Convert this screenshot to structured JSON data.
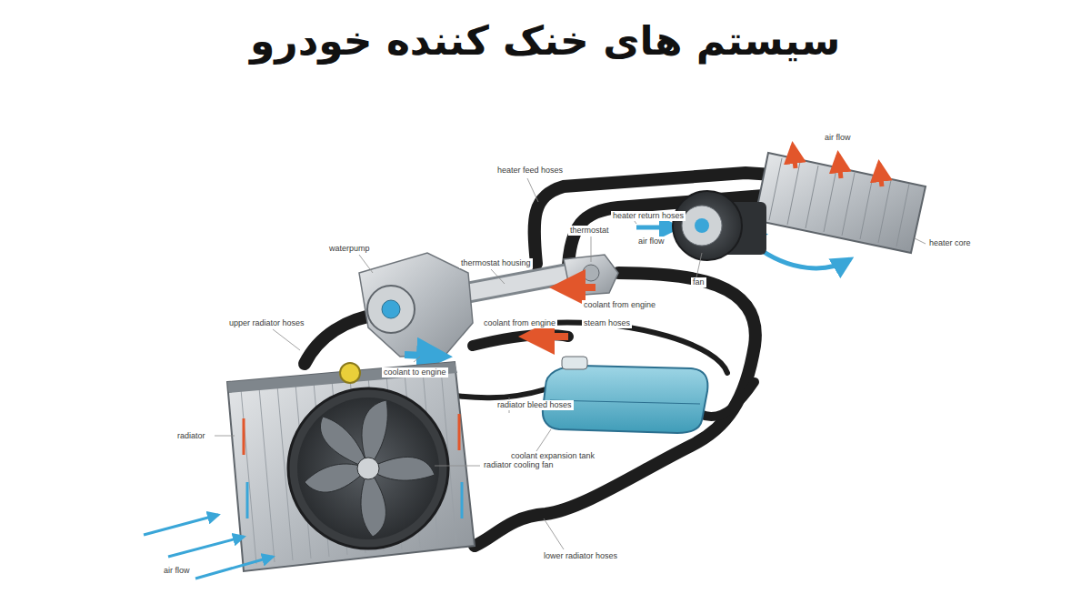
{
  "diagram": {
    "title": "سیستم های خنک کننده خودرو",
    "labels": [
      "heater feed hoses",
      "heater return hoses",
      "air flow",
      "heater core",
      "fan",
      "air flow",
      "thermostat",
      "thermostat housing",
      "waterpump",
      "coolant from engine",
      "upper radiator hoses",
      "coolant to engine",
      "coolant from engine",
      "steam hoses",
      "radiator",
      "radiator bleed hoses",
      "coolant expansion tank",
      "radiator cooling fan",
      "lower radiator hoses",
      "air flow"
    ]
  }
}
